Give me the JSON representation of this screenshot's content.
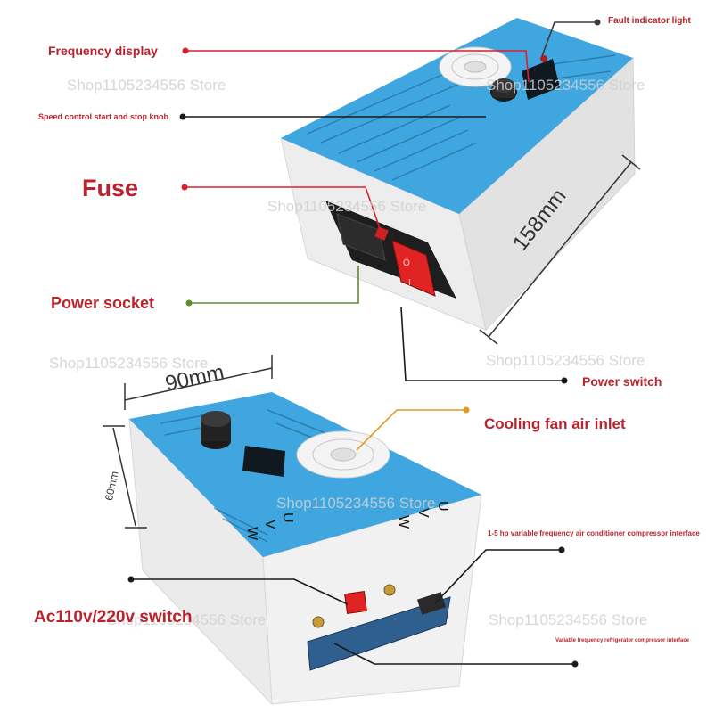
{
  "labels": {
    "fault_indicator": "Fault indicator light",
    "frequency_display": "Frequency display",
    "speed_knob": "Speed control start and stop knob",
    "fuse": "Fuse",
    "power_socket": "Power socket",
    "power_switch": "Power switch",
    "cooling_fan": "Cooling fan air inlet",
    "compressor_interface": "1-5 hp variable frequency air conditioner compressor interface",
    "voltage_switch": "Ac110v/220v switch",
    "fridge_interface": "Variable frequency refrigerator compressor interface"
  },
  "dimensions": {
    "length": "158mm",
    "width": "90mm",
    "height": "60mm"
  },
  "panel_markings": {
    "terminals": [
      "U",
      "V",
      "W"
    ]
  },
  "watermark": "Shop1105234556 Store",
  "colors": {
    "label_red": "#b8232d",
    "line_red": "#d8202f",
    "line_green": "#5b8f2a",
    "line_orange": "#e39a27",
    "line_black": "#1a1a1a",
    "panel_blue": "#3fa6df",
    "case_white": "#f2f2f2"
  }
}
